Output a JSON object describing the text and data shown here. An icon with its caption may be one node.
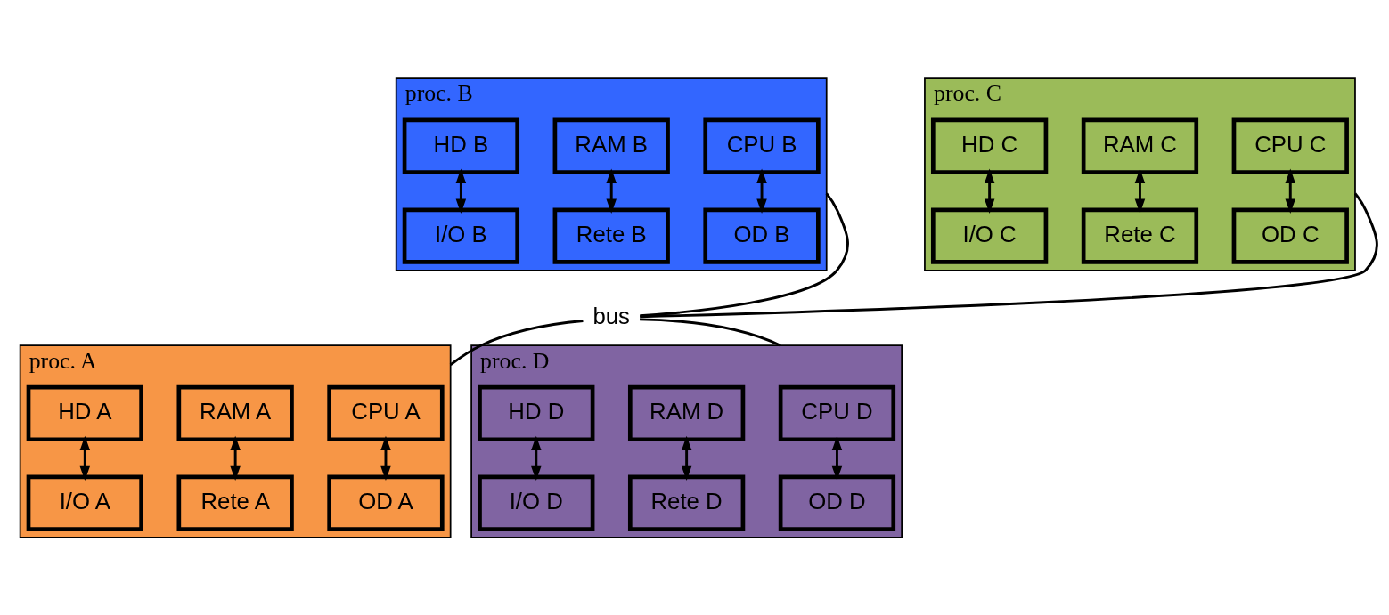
{
  "diagram": {
    "nodes": [
      {
        "text": [
          "proc. B"
        ]
      },
      {
        "text": [
          "CPU B"
        ],
        "in": 0
      },
      {
        "text": [
          "RAM B"
        ],
        "in": 0
      },
      {
        "text": [
          "HD B"
        ],
        "in": 0
      },
      {
        "text": [
          "OD B"
        ],
        "in": 0
      },
      {
        "text": [
          "Rete B"
        ],
        "in": 0
      },
      {
        "text": [
          "I/O B"
        ],
        "in": 0
      },
      {
        "text": [
          "bus"
        ]
      },
      {
        "text": [
          "proc. C"
        ]
      },
      {
        "text": [
          "CPU C"
        ],
        "in": 8
      },
      {
        "text": [
          "RAM C"
        ],
        "in": 8
      },
      {
        "text": [
          "HD C"
        ],
        "in": 8
      },
      {
        "text": [
          "OD C"
        ],
        "in": 8
      },
      {
        "text": [
          "Rete C"
        ],
        "in": 8
      },
      {
        "text": [
          "I/O C"
        ],
        "in": 8
      },
      {
        "text": [
          "proc. A"
        ]
      },
      {
        "text": [
          "CPU A"
        ],
        "in": 15
      },
      {
        "text": [
          "RAM A"
        ],
        "in": 15
      },
      {
        "text": [
          "HD A"
        ],
        "in": 15
      },
      {
        "text": [
          "OD A"
        ],
        "in": 15
      },
      {
        "text": [
          "Rete A"
        ],
        "in": 15
      },
      {
        "text": [
          "I/O A"
        ],
        "in": 15
      },
      {
        "text": [
          "proc. D"
        ]
      },
      {
        "text": [
          "CPU D"
        ],
        "in": 22
      },
      {
        "text": [
          "RAM D"
        ],
        "in": 22
      },
      {
        "text": [
          "HD D"
        ],
        "in": 22
      },
      {
        "text": [
          "OD D"
        ],
        "in": 22
      },
      {
        "text": [
          "Rete D"
        ],
        "in": 22
      },
      {
        "text": [
          "I/O D"
        ],
        "in": 22
      }
    ],
    "edges": [
      {
        "from": 1,
        "to": 4,
        "arrow": "both"
      },
      {
        "from": 2,
        "to": 5,
        "arrow": "both"
      },
      {
        "from": 3,
        "to": 6,
        "arrow": "both"
      },
      {
        "from": 9,
        "to": 12,
        "arrow": "both"
      },
      {
        "from": 10,
        "to": 13,
        "arrow": "both"
      },
      {
        "from": 11,
        "to": 14,
        "arrow": "both"
      },
      {
        "from": 16,
        "to": 19,
        "arrow": "both"
      },
      {
        "from": 17,
        "to": 20,
        "arrow": "both"
      },
      {
        "from": 18,
        "to": 21,
        "arrow": "both"
      },
      {
        "from": 23,
        "to": 26,
        "arrow": "both"
      },
      {
        "from": 24,
        "to": 27,
        "arrow": "both"
      },
      {
        "from": 25,
        "to": 28,
        "arrow": "both"
      },
      {
        "from": 7,
        "to": 0,
        "arrow": "none"
      },
      {
        "from": 7,
        "to": 8,
        "arrow": "none"
      },
      {
        "from": 7,
        "to": 15,
        "arrow": "none"
      },
      {
        "from": 7,
        "to": 22,
        "arrow": "none"
      }
    ]
  }
}
